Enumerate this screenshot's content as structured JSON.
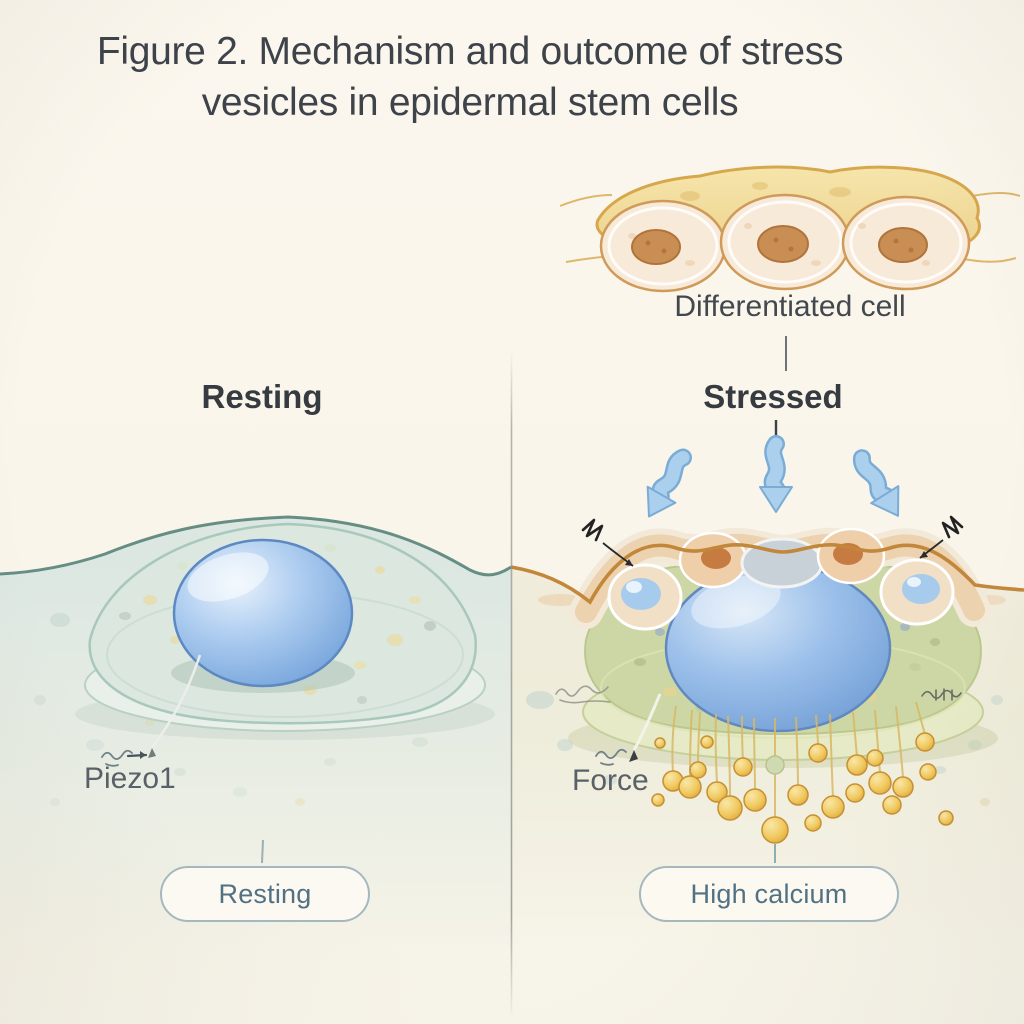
{
  "figure_title": {
    "line1": "Figure 2. Mechanism and outcome of stress",
    "line2": "vesicles in epidermal stem cells"
  },
  "panels": {
    "resting": {
      "heading": "Resting",
      "channel_label": "Piezo1",
      "state_badge": "Resting"
    },
    "stressed": {
      "heading": "Stressed",
      "differentiated_cell_label": "Differentiated cell",
      "force_label": "Force",
      "state_badge": "High calcium"
    }
  },
  "icons": {
    "force_arrows": "blue-wavy-down-arrow",
    "shear_arrows": "black-zigzag-arrow",
    "piezo1_pointer": "leader-line-arrow",
    "calcium_release": "gold-droplet"
  },
  "colors": {
    "background": "#FAF6EC",
    "title_text": "#3E434A",
    "label_text": "#5A6067",
    "badge_border": "#A5B8C0",
    "badge_text": "#527183",
    "nucleus_blue": "#7FA9DC",
    "resting_cell_fill": "#DBE7DF",
    "resting_membrane": "#4E7D72",
    "stressed_cell_fill": "#CDD7A5",
    "stressed_membrane": "#C2873A",
    "calcium_gold": "#E9BC54",
    "force_arrow_blue": "#ABD0EE"
  }
}
